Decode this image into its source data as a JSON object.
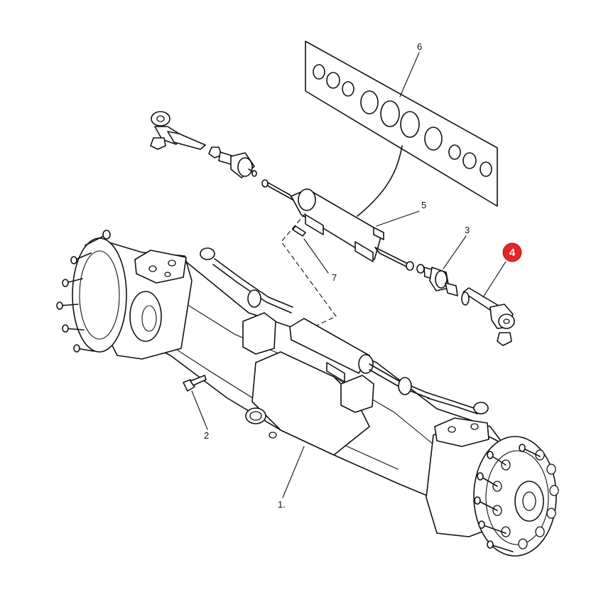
{
  "callouts": [
    {
      "id": "1",
      "label": "1."
    },
    {
      "id": "2",
      "label": "2"
    },
    {
      "id": "3",
      "label": "3"
    },
    {
      "id": "4",
      "label": "4"
    },
    {
      "id": "5",
      "label": "5"
    },
    {
      "id": "6",
      "label": "6"
    },
    {
      "id": "7",
      "label": "7"
    }
  ],
  "highlight": {
    "label": "4",
    "color": "#e32626"
  },
  "colors": {
    "line": "#111111",
    "background": "#ffffff"
  }
}
